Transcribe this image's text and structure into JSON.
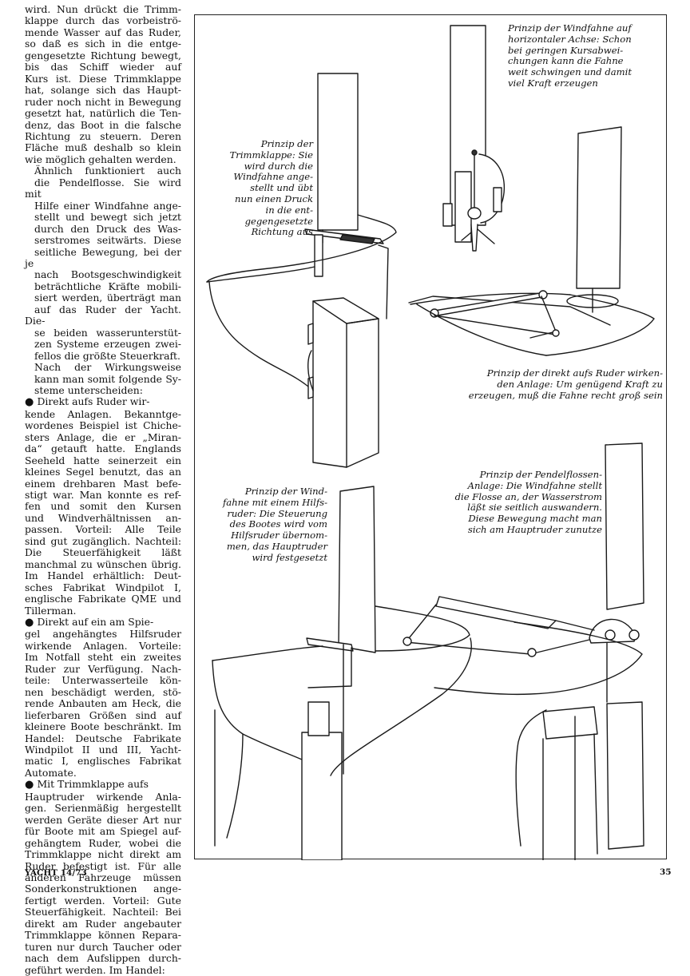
{
  "body_text": [
    {
      "style": "plain",
      "lines": [
        "wird. Nun drückt die Trimm-",
        "klappe durch das vorbeiströ-",
        "mende Wasser auf das Ruder,",
        "so daß es sich in die entge-",
        "gengesetzte Richtung bewegt,",
        "bis das Schiff wieder auf",
        "Kurs ist. Diese Trimmklappe",
        "hat, solange sich das Haupt-",
        "ruder noch nicht in Bewegung",
        "gesetzt hat, natürlich die Ten-",
        "denz, das Boot in die falsche",
        "Richtung zu steuern. Deren",
        "Fläche muß deshalb so klein",
        "wie möglich gehalten werden."
      ]
    },
    {
      "style": "indent",
      "lines": [
        "Ähnlich funktioniert auch",
        "die Pendelflosse. Sie wird mit",
        "Hilfe einer Windfahne ange-",
        "stellt und bewegt sich jetzt",
        "durch den Druck des Was-",
        "serstromes seitwärts. Diese",
        "seitliche Bewegung, bei der je",
        "nach Bootsgeschwindigkeit",
        "beträchtliche Kräfte mobili-",
        "siert werden, überträgt man",
        "auf das Ruder der Yacht. Die-",
        "se beiden wasserunterstüt-",
        "zen Systeme erzeugen zwei-",
        "fellos die größte Steuerkraft."
      ]
    },
    {
      "style": "indent",
      "lines": [
        "Nach der Wirkungsweise",
        "kann man somit folgende Sy-",
        "steme unterscheiden:"
      ]
    },
    {
      "style": "bullet",
      "lines": [
        "Direkt aufs Ruder wir-",
        "kende Anlagen. Bekanntge-",
        "wordenes Beispiel ist Chiche-",
        "sters Anlage, die er „Miran-",
        "da“ getauft hatte. Englands",
        "Seeheld hatte seinerzeit ein",
        "kleines Segel benutzt, das an",
        "einem drehbaren Mast befe-",
        "stigt war. Man konnte es ref-",
        "fen und somit den Kursen",
        "und Windverhältnissen an-",
        "passen. Vorteil: Alle Teile",
        "sind gut zugänglich. Nachteil:",
        "Die Steuerfähigkeit läßt",
        "manchmal zu wünschen übrig.",
        "Im Handel erhältlich: Deut-",
        "sches Fabrikat Windpilot I,",
        "englische Fabrikate QME und",
        "Tillerman."
      ]
    },
    {
      "style": "bullet",
      "lines": [
        "Direkt auf ein am Spie-",
        "gel angehängtes Hilfsruder",
        "wirkende Anlagen. Vorteile:",
        "Im Notfall steht ein zweites",
        "Ruder zur Verfügung. Nach-",
        "teile: Unterwasserteile kön-",
        "nen beschädigt werden, stö-",
        "rende Anbauten am Heck, die",
        "lieferbaren Größen sind auf",
        "kleinere Boote beschränkt. Im",
        "Handel: Deutsche Fabrikate",
        "Windpilot II und III, Yacht-",
        "matic I, englisches Fabrikat",
        "Automate."
      ]
    },
    {
      "style": "bullet",
      "lines": [
        "Mit Trimmklappe aufs",
        "Hauptruder wirkende Anla-",
        "gen. Serienmäßig hergestellt",
        "werden Geräte dieser Art nur",
        "für Boote mit am Spiegel auf-",
        "gehängtem Ruder, wobei die",
        "Trimmklappe nicht direkt am",
        "Ruder befestigt ist. Für alle",
        "anderen Fahrzeuge müssen",
        "Sonderkonstruktionen ange-",
        "fertigt werden. Vorteil: Gute",
        "Steuerfähigkeit. Nachteil: Bei",
        "direkt am Ruder angebauter",
        "Trimmklappe können Repara-",
        "turen nur durch Taucher oder",
        "nach dem Aufslippen durch-",
        "geführt werden. Im Handel:"
      ]
    }
  ],
  "captions": {
    "trimmklappe": [
      "Prinzip der",
      "Trimmklappe: Sie",
      "wird durch die",
      "Windfahne ange-",
      "stellt und übt",
      "nun einen Druck",
      "in die ent-",
      "gegengesetzte",
      "Richtung aus"
    ],
    "horizontal": [
      "Prinzip der Windfahne auf",
      "horizontaler Achse: Schon",
      "bei geringen Kursabwei-",
      "chungen kann die Fahne",
      "weit schwingen und damit",
      "viel Kraft erzeugen"
    ],
    "direkt": [
      "Prinzip der direkt aufs Ruder wirken-",
      "den Anlage: Um genügend Kraft zu",
      "erzeugen, muß die Fahne recht groß sein"
    ],
    "hilfsruder": [
      "Prinzip der Wind-",
      "fahne mit einem Hilfs-",
      "ruder: Die Steuerung",
      "des Bootes wird vom",
      "Hilfsruder übernom-",
      "men, das Hauptruder",
      "wird festgesetzt"
    ],
    "pendel": [
      "Prinzip der Pendelflossen-",
      "Anlage: Die Windfahne stellt",
      "die Flosse an, der Wasserstrom",
      "läßt sie seitlich auswandern.",
      "Diese Bewegung macht man",
      "sich am Hauptruder zunutze"
    ]
  },
  "footer": {
    "magazine": "YACHT 14/73",
    "page": "35"
  }
}
